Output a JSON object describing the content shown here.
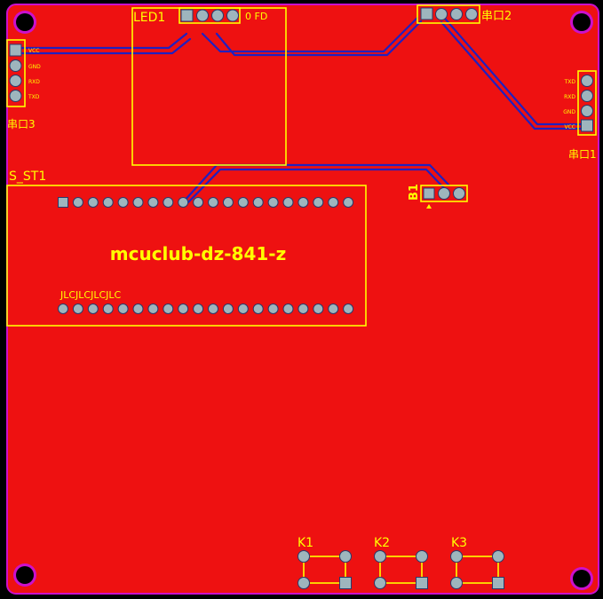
{
  "board": {
    "title": "mcuclub-dz-841-z",
    "jlc_mark": "JLCJLCJLCJLC",
    "colors": {
      "board": "#ee1111",
      "board_edge": "#cc10cc",
      "silk": "#ffff00",
      "trace": "#2020c0",
      "pad": "#9eb5bd"
    }
  },
  "components": {
    "led1": {
      "ref": "LED1",
      "side_label": "0 FD"
    },
    "uart2": {
      "ref": "串口2"
    },
    "uart3": {
      "ref": "串口3",
      "pins": [
        "VCC",
        "GND",
        "RXD",
        "TXD"
      ]
    },
    "uart1": {
      "ref": "串口1",
      "pins": [
        "TXD",
        "RXD",
        "GND",
        "VCC"
      ]
    },
    "mcu": {
      "ref": "S_ST1"
    },
    "buzzer": {
      "ref": "B1"
    },
    "k1": {
      "ref": "K1"
    },
    "k2": {
      "ref": "K2"
    },
    "k3": {
      "ref": "K3"
    }
  }
}
